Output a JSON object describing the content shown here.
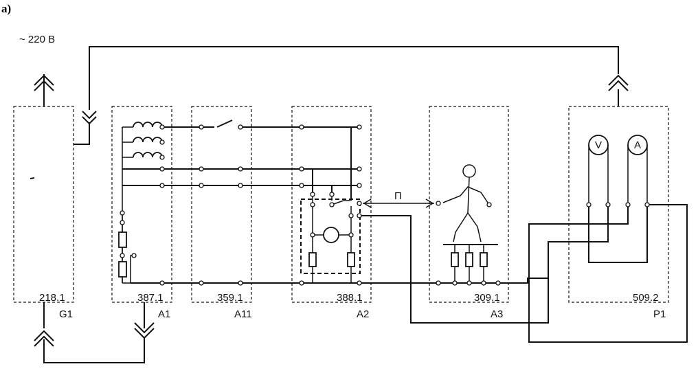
{
  "figure_label": "a)",
  "supply_label": "~ 220 В",
  "link_label": "П",
  "blocks": [
    {
      "id": "G1",
      "code": "218.1",
      "designation": "G1"
    },
    {
      "id": "A1",
      "code": "387.1",
      "designation": "A1"
    },
    {
      "id": "A11",
      "code": "359.1",
      "designation": "A11"
    },
    {
      "id": "A2",
      "code": "388.1",
      "designation": "A2"
    },
    {
      "id": "A3",
      "code": "309.1",
      "designation": "A3"
    },
    {
      "id": "P1",
      "code": "509.2",
      "designation": "P1"
    }
  ],
  "meters": {
    "voltmeter": "V",
    "ammeter": "A"
  },
  "icons": [
    "plug-arrow-icon",
    "socket-arrow-icon",
    "switch-icon",
    "coil-icon",
    "resistor-icon",
    "motor-icon",
    "person-icon",
    "double-arrow-icon"
  ]
}
